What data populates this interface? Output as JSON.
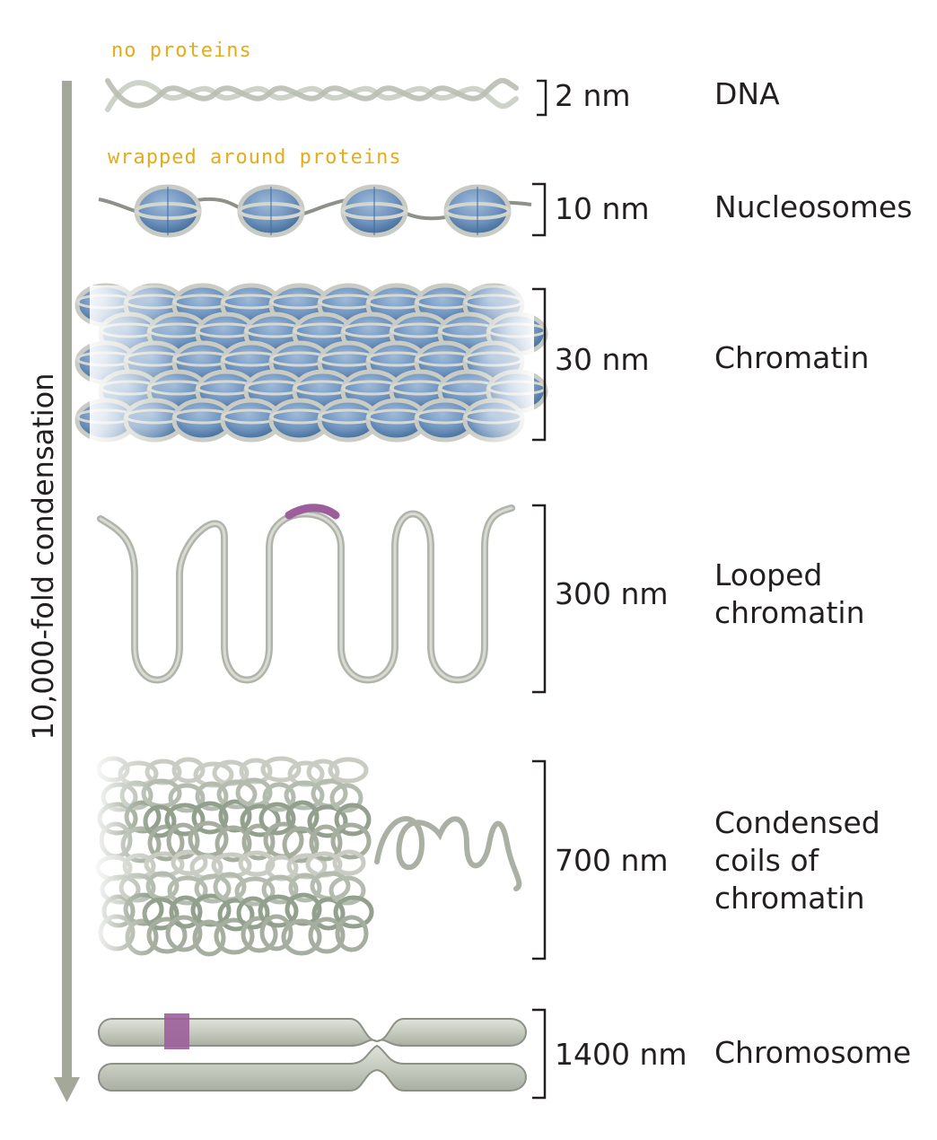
{
  "axis_label": "10,000-fold condensation",
  "annotations": {
    "no_proteins": "no proteins",
    "wrapped_around_proteins": "wrapped around proteins"
  },
  "levels": [
    {
      "size": "2 nm",
      "name": "DNA"
    },
    {
      "size": "10 nm",
      "name": "Nucleosomes"
    },
    {
      "size": "30 nm",
      "name": "Chromatin"
    },
    {
      "size": "300 nm",
      "name_line1": "Looped",
      "name_line2": "chromatin"
    },
    {
      "size": "700 nm",
      "name_line1": "Condensed",
      "name_line2": "coils of",
      "name_line3": "chromatin"
    },
    {
      "size": "1400 nm",
      "name": "Chromosome"
    }
  ],
  "colors": {
    "arrow": "#a3a898",
    "dna": "#c9cec3",
    "histone": "#6f93bd",
    "histone_dark": "#3f6a99",
    "fiber": "#b1b4aa",
    "highlight": "#9c5f9b",
    "bracket": "#231f20",
    "handwriting": "#e3ac1b"
  }
}
